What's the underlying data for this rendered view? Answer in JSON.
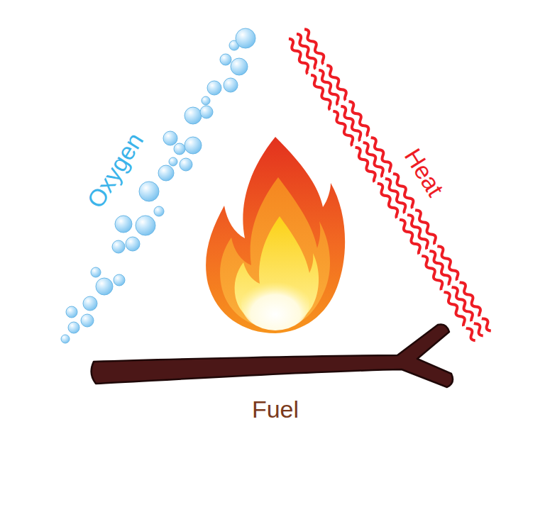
{
  "diagram": {
    "labels": [
      "Oxygen",
      "Heat",
      "Fuel"
    ]
  }
}
